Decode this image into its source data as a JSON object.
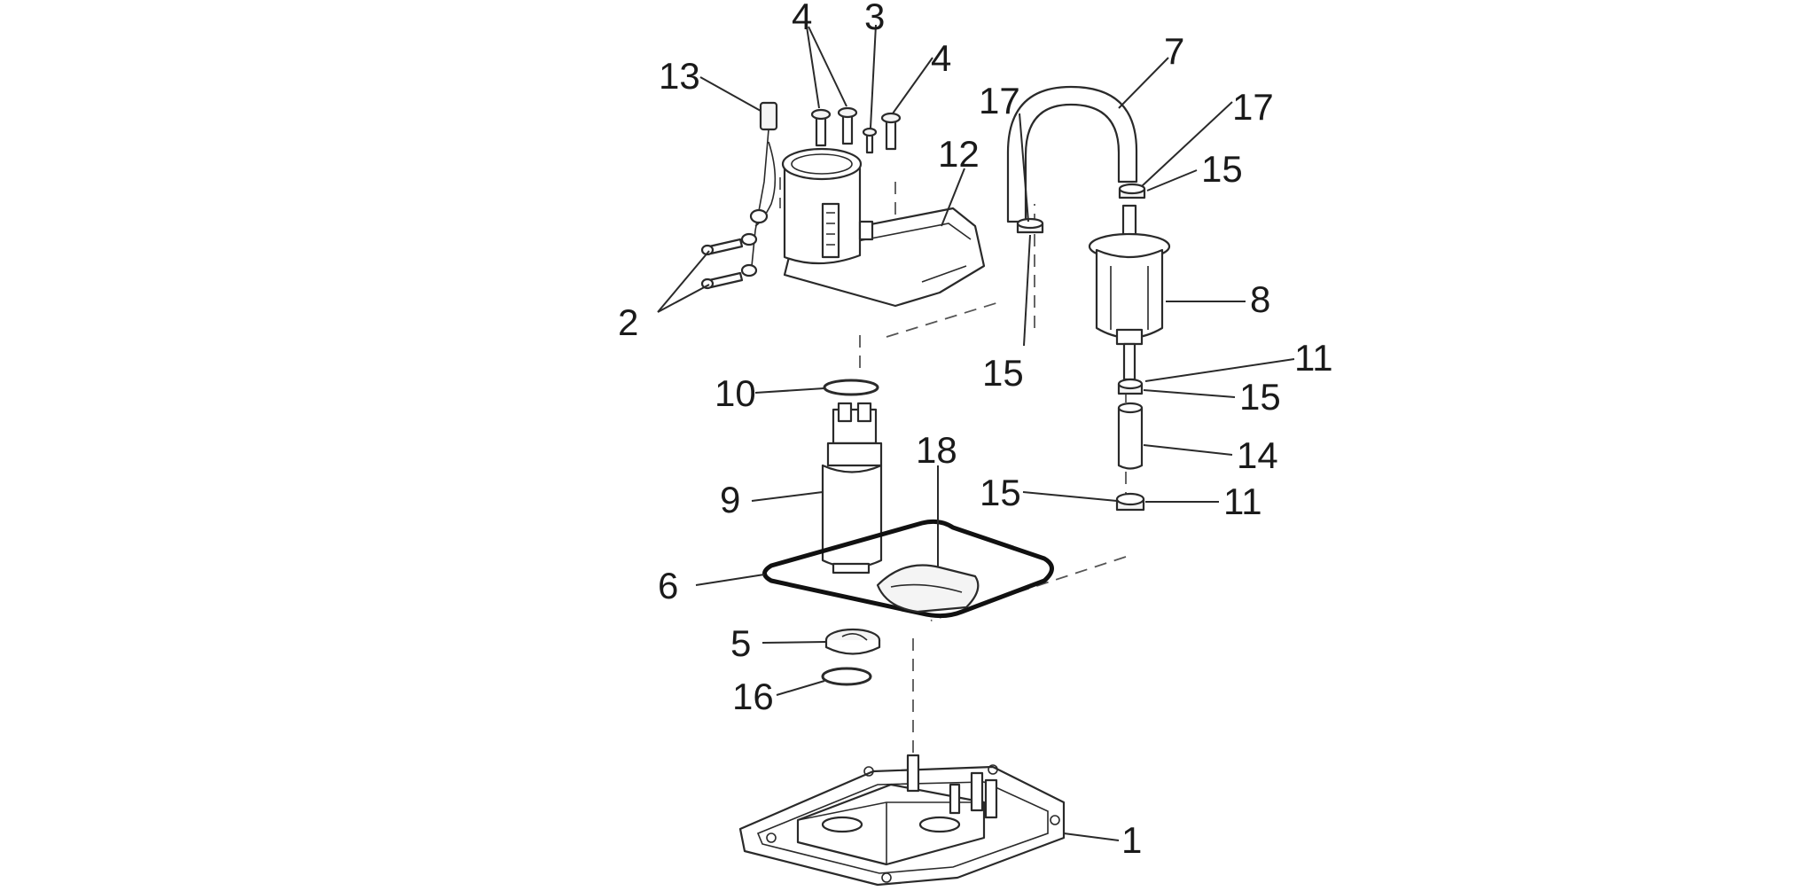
{
  "callouts": {
    "c1": "1",
    "c2": "2",
    "c3": "3",
    "c4a": "4",
    "c4b": "4",
    "c5": "5",
    "c6": "6",
    "c7": "7",
    "c8": "8",
    "c9": "9",
    "c10": "10",
    "c11a": "11",
    "c11b": "11",
    "c12": "12",
    "c13": "13",
    "c14": "14",
    "c15a": "15",
    "c15b": "15",
    "c15c": "15",
    "c15d": "15",
    "c16": "16",
    "c17a": "17",
    "c17b": "17",
    "c18": "18"
  }
}
